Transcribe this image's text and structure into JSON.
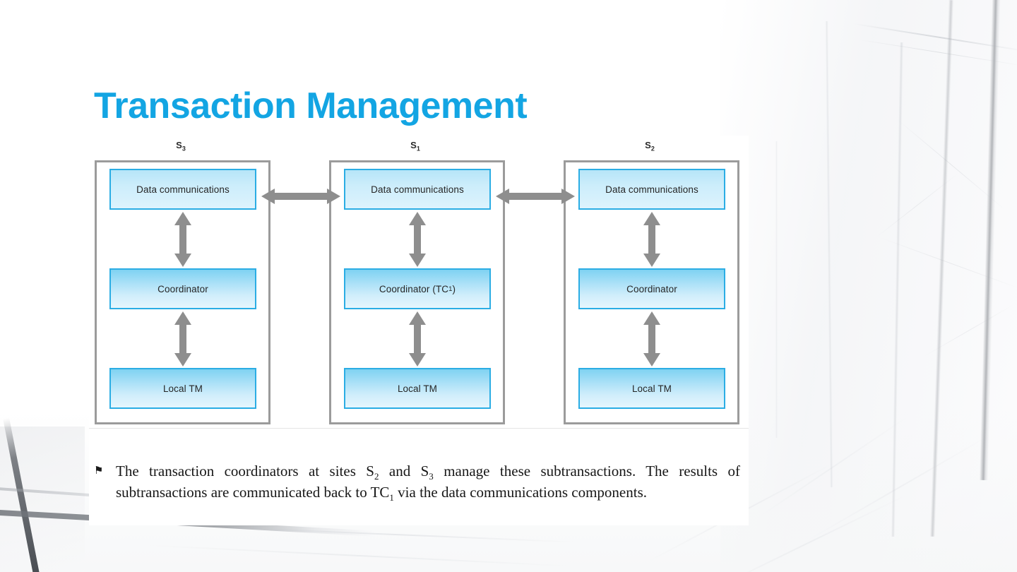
{
  "slide": {
    "title": "Transaction Management",
    "title_color": "#13A5E3",
    "background_description": "high-key black-and-white photo of window frames and glass panes"
  },
  "diagram": {
    "panel_border_color": "#9b9b9b",
    "node_border_color": "#2BADE4",
    "arrow_color": "#8E8E8E",
    "sites": [
      {
        "label_prefix": "S",
        "label_subscript": "3",
        "nodes": [
          {
            "label": "Data communications"
          },
          {
            "label": "Coordinator"
          },
          {
            "label": "Local TM"
          }
        ]
      },
      {
        "label_prefix": "S",
        "label_subscript": "1",
        "nodes": [
          {
            "label": "Data communications"
          },
          {
            "label": "Coordinator (TC",
            "label_subscript": "1",
            "label_suffix": ")"
          },
          {
            "label": "Local TM"
          }
        ]
      },
      {
        "label_prefix": "S",
        "label_subscript": "2",
        "nodes": [
          {
            "label": "Data communications"
          },
          {
            "label": "Coordinator"
          },
          {
            "label": "Local TM"
          }
        ]
      }
    ],
    "link_arrows": [
      {
        "name": "s3-to-s1-datacomm-link",
        "type": "double-headed"
      },
      {
        "name": "s1-to-s2-datacomm-link",
        "type": "double-headed"
      }
    ]
  },
  "body": {
    "bullet_glyph": "⚑",
    "text_part_1": "The transaction coordinators at sites S",
    "sub_1": "2",
    "text_part_2": " and S",
    "sub_2": "3",
    "text_part_3": " manage these subtransactions. The results of subtransactions are communicated back to TC",
    "sub_3": "1",
    "text_part_4": " via the data communications components."
  }
}
